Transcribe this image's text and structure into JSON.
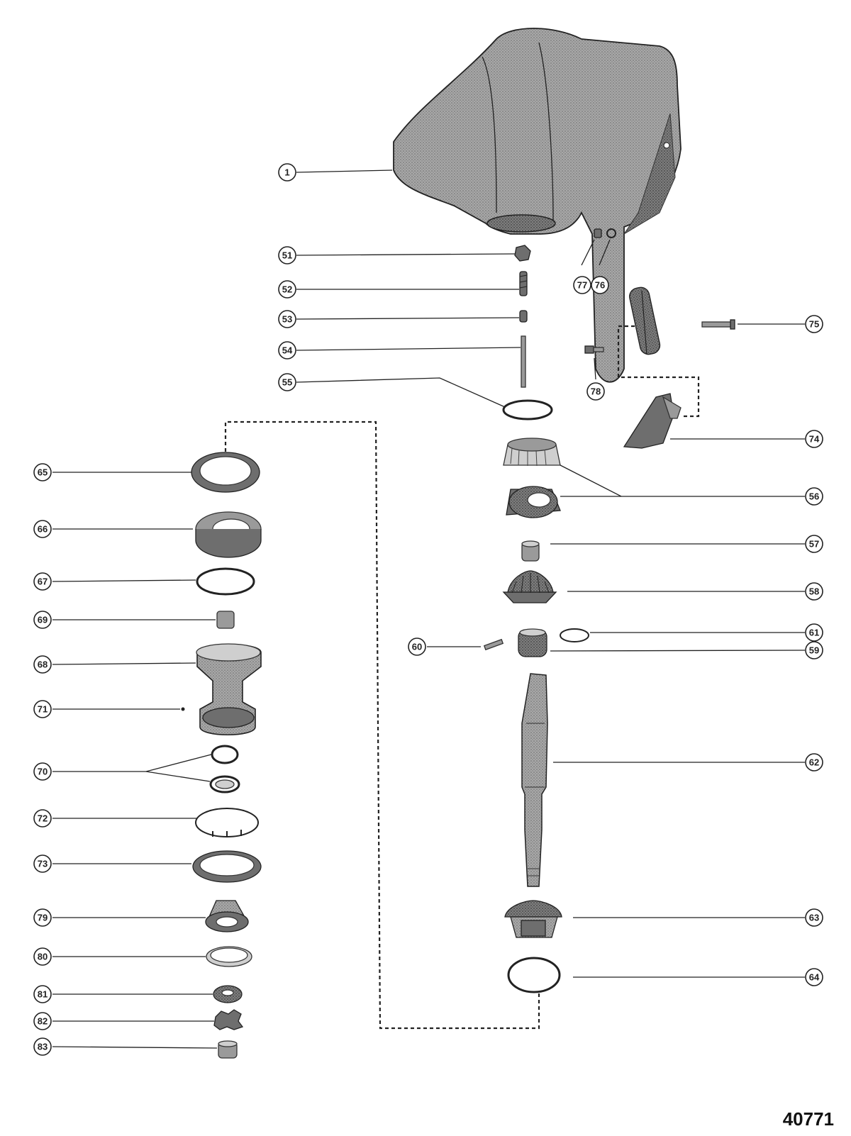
{
  "diagram_number": "40771",
  "callouts": [
    "1",
    "51",
    "52",
    "53",
    "54",
    "55",
    "56",
    "57",
    "58",
    "59",
    "60",
    "61",
    "62",
    "63",
    "64",
    "65",
    "66",
    "67",
    "68",
    "69",
    "70",
    "71",
    "72",
    "73",
    "74",
    "75",
    "76",
    "77",
    "78",
    "79",
    "80",
    "81",
    "82",
    "83"
  ]
}
